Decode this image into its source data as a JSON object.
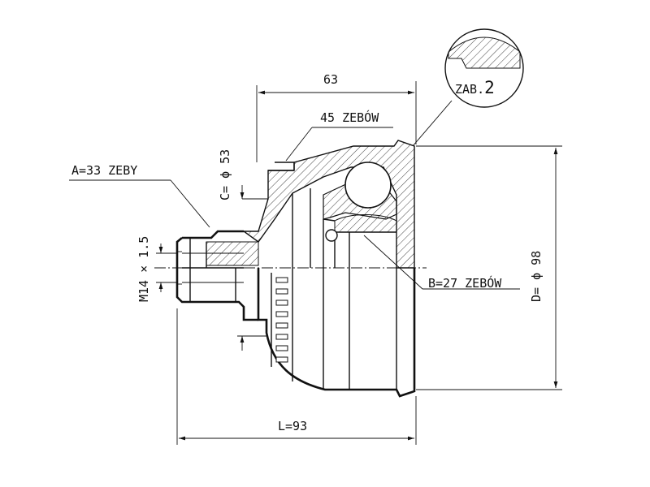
{
  "labels": {
    "dim_63": "63",
    "zab_prefix": "ZAB.",
    "zab_number": "2",
    "spline_45": "45 ZEBÓW",
    "spline_45_accent": "ZĘBÓW",
    "spline_a": "A=33 ZEBY",
    "dim_c": "C= ϕ 53",
    "thread": "M14 × 1.5",
    "spline_b": "B=27 ZEBÓW",
    "spline_b_accent": "ZĘBÓW",
    "dim_d": "D= ϕ 98",
    "dim_l": "L=93"
  },
  "colors": {
    "ink": "#111111",
    "background": "#ffffff"
  }
}
